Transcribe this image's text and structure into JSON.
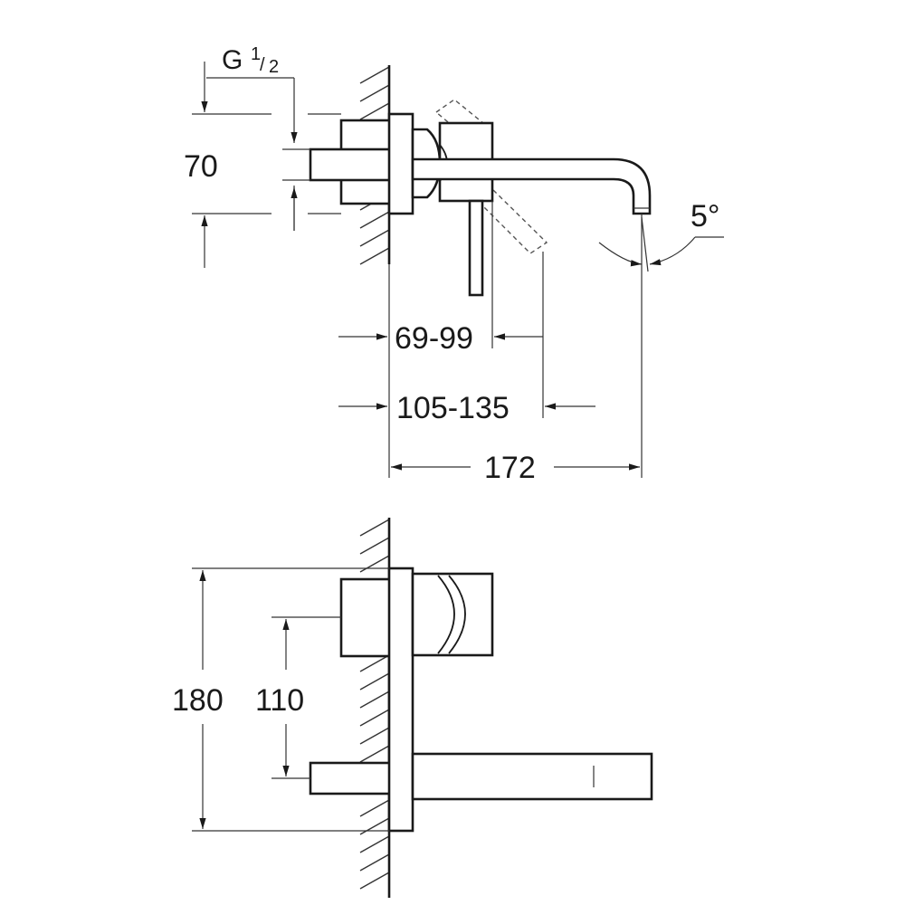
{
  "side_view": {
    "thread_label": "G",
    "thread_fraction_num": "1",
    "thread_fraction_den": "2",
    "dim_70": "70",
    "dim_69_99": "69-99",
    "dim_105_135": "105-135",
    "dim_172": "172",
    "angle": "5°"
  },
  "front_view": {
    "dim_180": "180",
    "dim_110": "110"
  }
}
